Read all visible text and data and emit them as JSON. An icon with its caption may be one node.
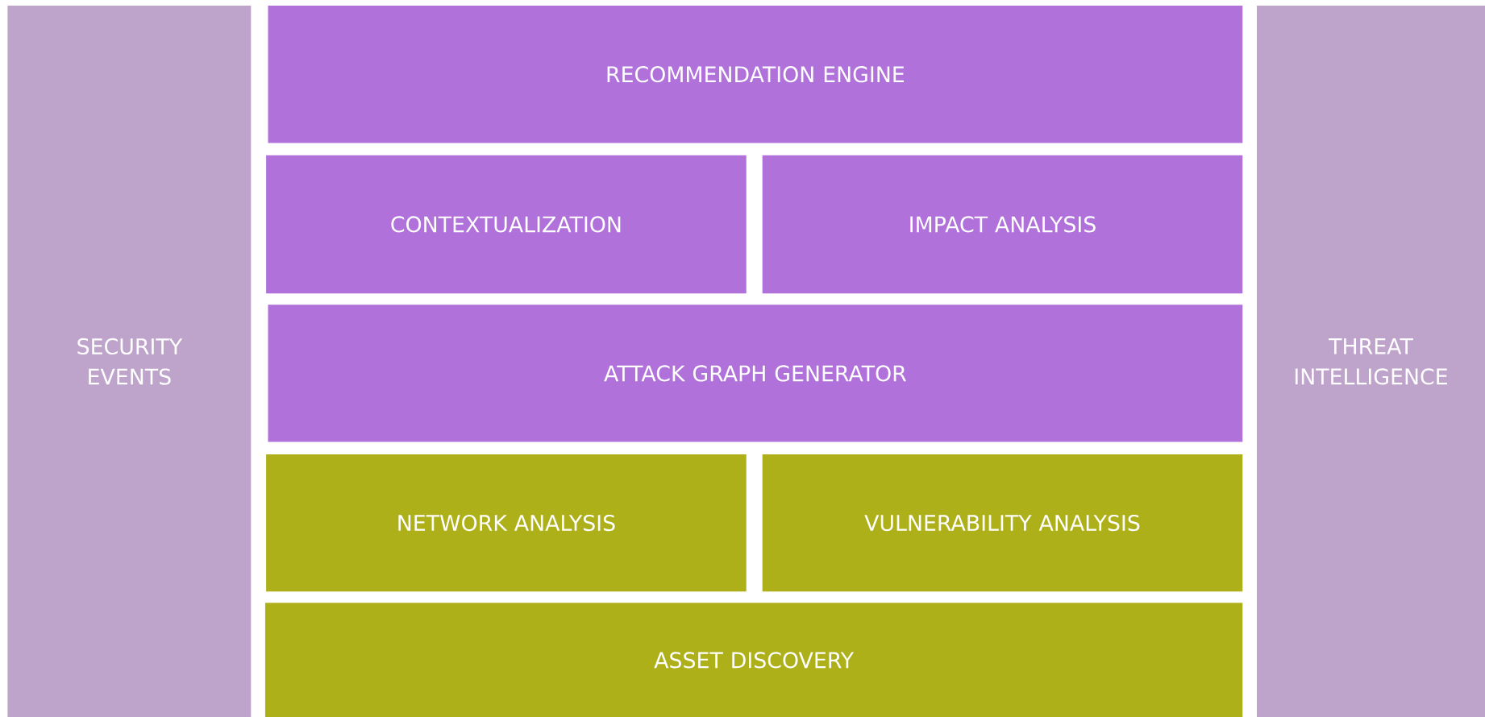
{
  "diagram": {
    "nodes": [
      {
        "text": [
          "SECURITY EVENTS"
        ]
      },
      {
        "text": [
          "RECOMMENDATION ENGINE"
        ]
      },
      {
        "text": [
          "CONTEXTUALIZATION"
        ]
      },
      {
        "text": [
          "IMPACT ANALYSIS"
        ]
      },
      {
        "text": [
          "ATTACK GRAPH GENERATOR"
        ]
      },
      {
        "text": [
          "NETWORK ANALYSIS"
        ]
      },
      {
        "text": [
          "VULNERABILITY ANALYSIS"
        ]
      },
      {
        "text": [
          "ASSET DISCOVERY"
        ]
      },
      {
        "text": [
          "THREAT INTELLIGENCE"
        ]
      }
    ]
  }
}
